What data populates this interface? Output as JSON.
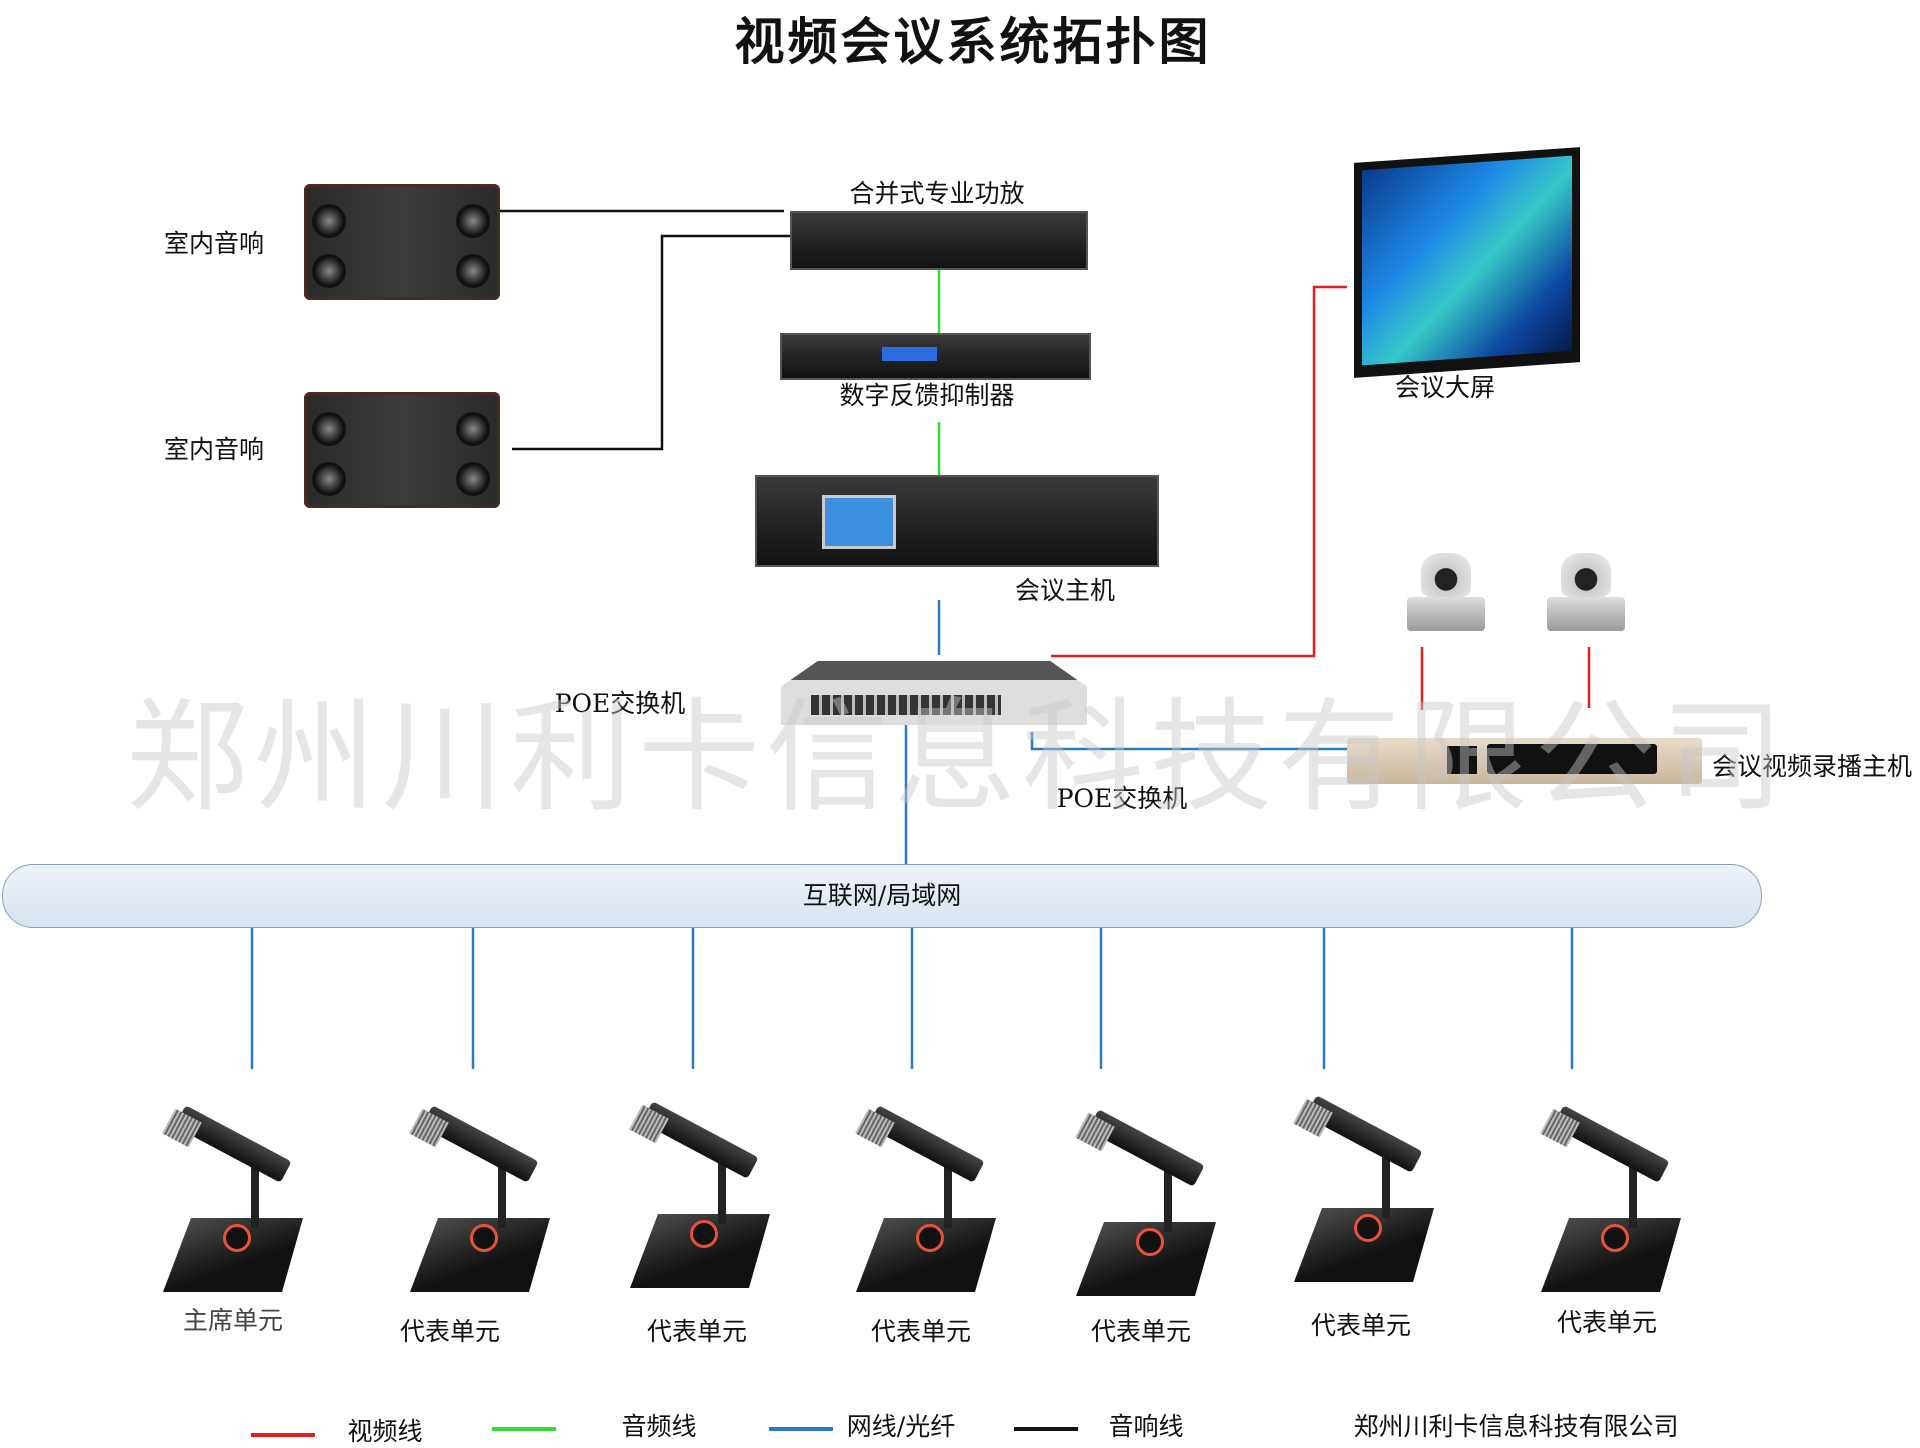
{
  "title": "视频会议系统拓扑图",
  "watermark": "郑州川利卡信息科技有限公司",
  "devices": {
    "speaker_1": "室内音响",
    "speaker_2": "室内音响",
    "amplifier": "合并式专业功放",
    "feedback_suppressor": "数字反馈抑制器",
    "conference_host": "会议主机",
    "poe_switch_1": "POE交换机",
    "poe_switch_2": "POE交换机",
    "display": "会议大屏",
    "recorder": "会议视频录播主机",
    "network": "互联网/局域网"
  },
  "units": [
    "主席单元",
    "代表单元",
    "代表单元",
    "代表单元",
    "代表单元",
    "代表单元",
    "代表单元"
  ],
  "legend": [
    {
      "label": "视频线",
      "color": "#e02020"
    },
    {
      "label": "音频线",
      "color": "#33dd33"
    },
    {
      "label": "网线/光纤",
      "color": "#2a7bc0"
    },
    {
      "label": "音响线",
      "color": "#111111"
    }
  ],
  "company": "郑州川利卡信息科技有限公司"
}
